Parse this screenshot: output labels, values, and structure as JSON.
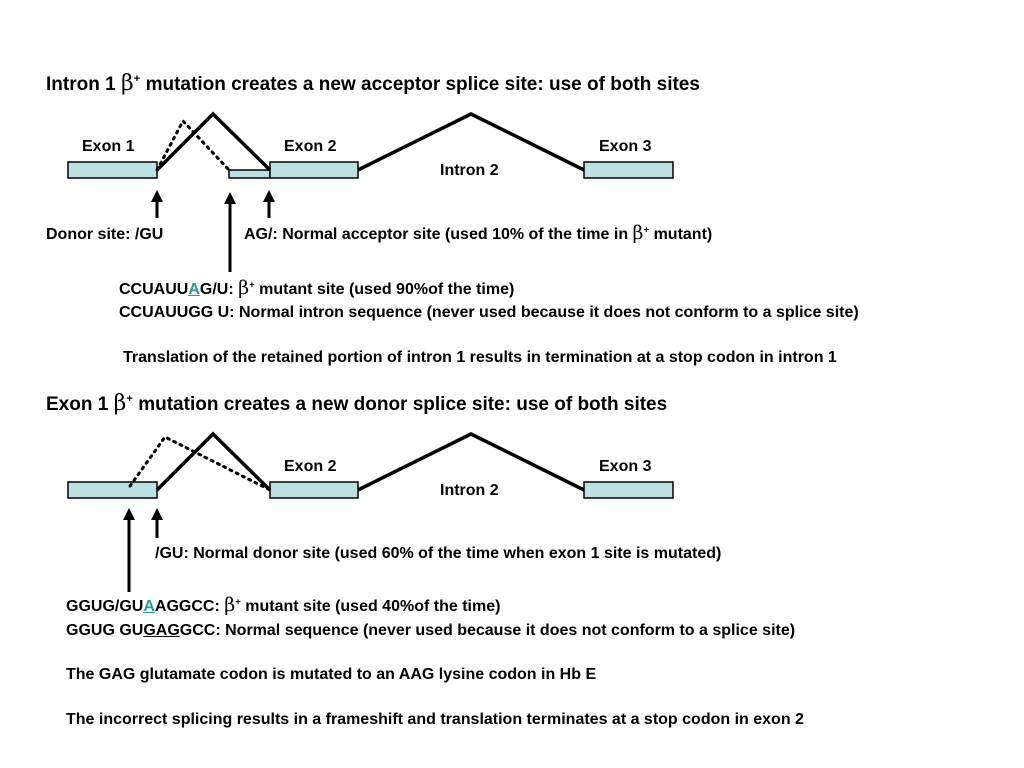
{
  "colors": {
    "exon_fill": "#bde1e3",
    "mutant_letter": "#2c9a93"
  },
  "section1": {
    "title_pre": "Intron 1 ",
    "beta": "β",
    "plus": "+",
    "title_post": " mutation creates a new acceptor splice site: use of both sites",
    "exon1": "Exon 1",
    "exon2": "Exon 2",
    "exon3": "Exon 3",
    "intron2": "Intron 2",
    "donor_site": "Donor site: /GU",
    "acceptor_pre": "AG/: Normal acceptor site (used 10% of the time in ",
    "acceptor_post": " mutant)",
    "mutant_pre": "CCUAUU",
    "mutant_letter": "A",
    "mutant_mid": "G/U: ",
    "mutant_post": " mutant site (used 90%of the time)",
    "normal_seq": "CCUAUUGG U: Normal intron sequence (never used because it does not conform to a splice site)",
    "translation": "Translation of the retained portion of intron 1 results in termination at a stop codon in intron 1"
  },
  "section2": {
    "title_pre": "Exon 1 ",
    "beta": "β",
    "plus": "+",
    "title_post": " mutation creates a new donor splice site: use of both sites",
    "exon2": "Exon 2",
    "exon3": "Exon 3",
    "intron2": "Intron 2",
    "normal_donor": "/GU: Normal donor site (used 60% of the time when exon 1 site is mutated)",
    "mutant_pre": "GGUG/GU",
    "mutant_letter": "A",
    "mutant_mid": "AGGCC: ",
    "mutant_post": " mutant site (used 40%of the time)",
    "normal_pre": "GGUG GU",
    "normal_codon": "GAG",
    "normal_post": "GCC: Normal sequence (never used because it does not conform to a splice site)",
    "codon_note": "The GAG glutamate codon is mutated to an AAG lysine codon in Hb E",
    "frameshift": "The incorrect splicing results in a frameshift and translation terminates at a stop codon in exon 2"
  }
}
